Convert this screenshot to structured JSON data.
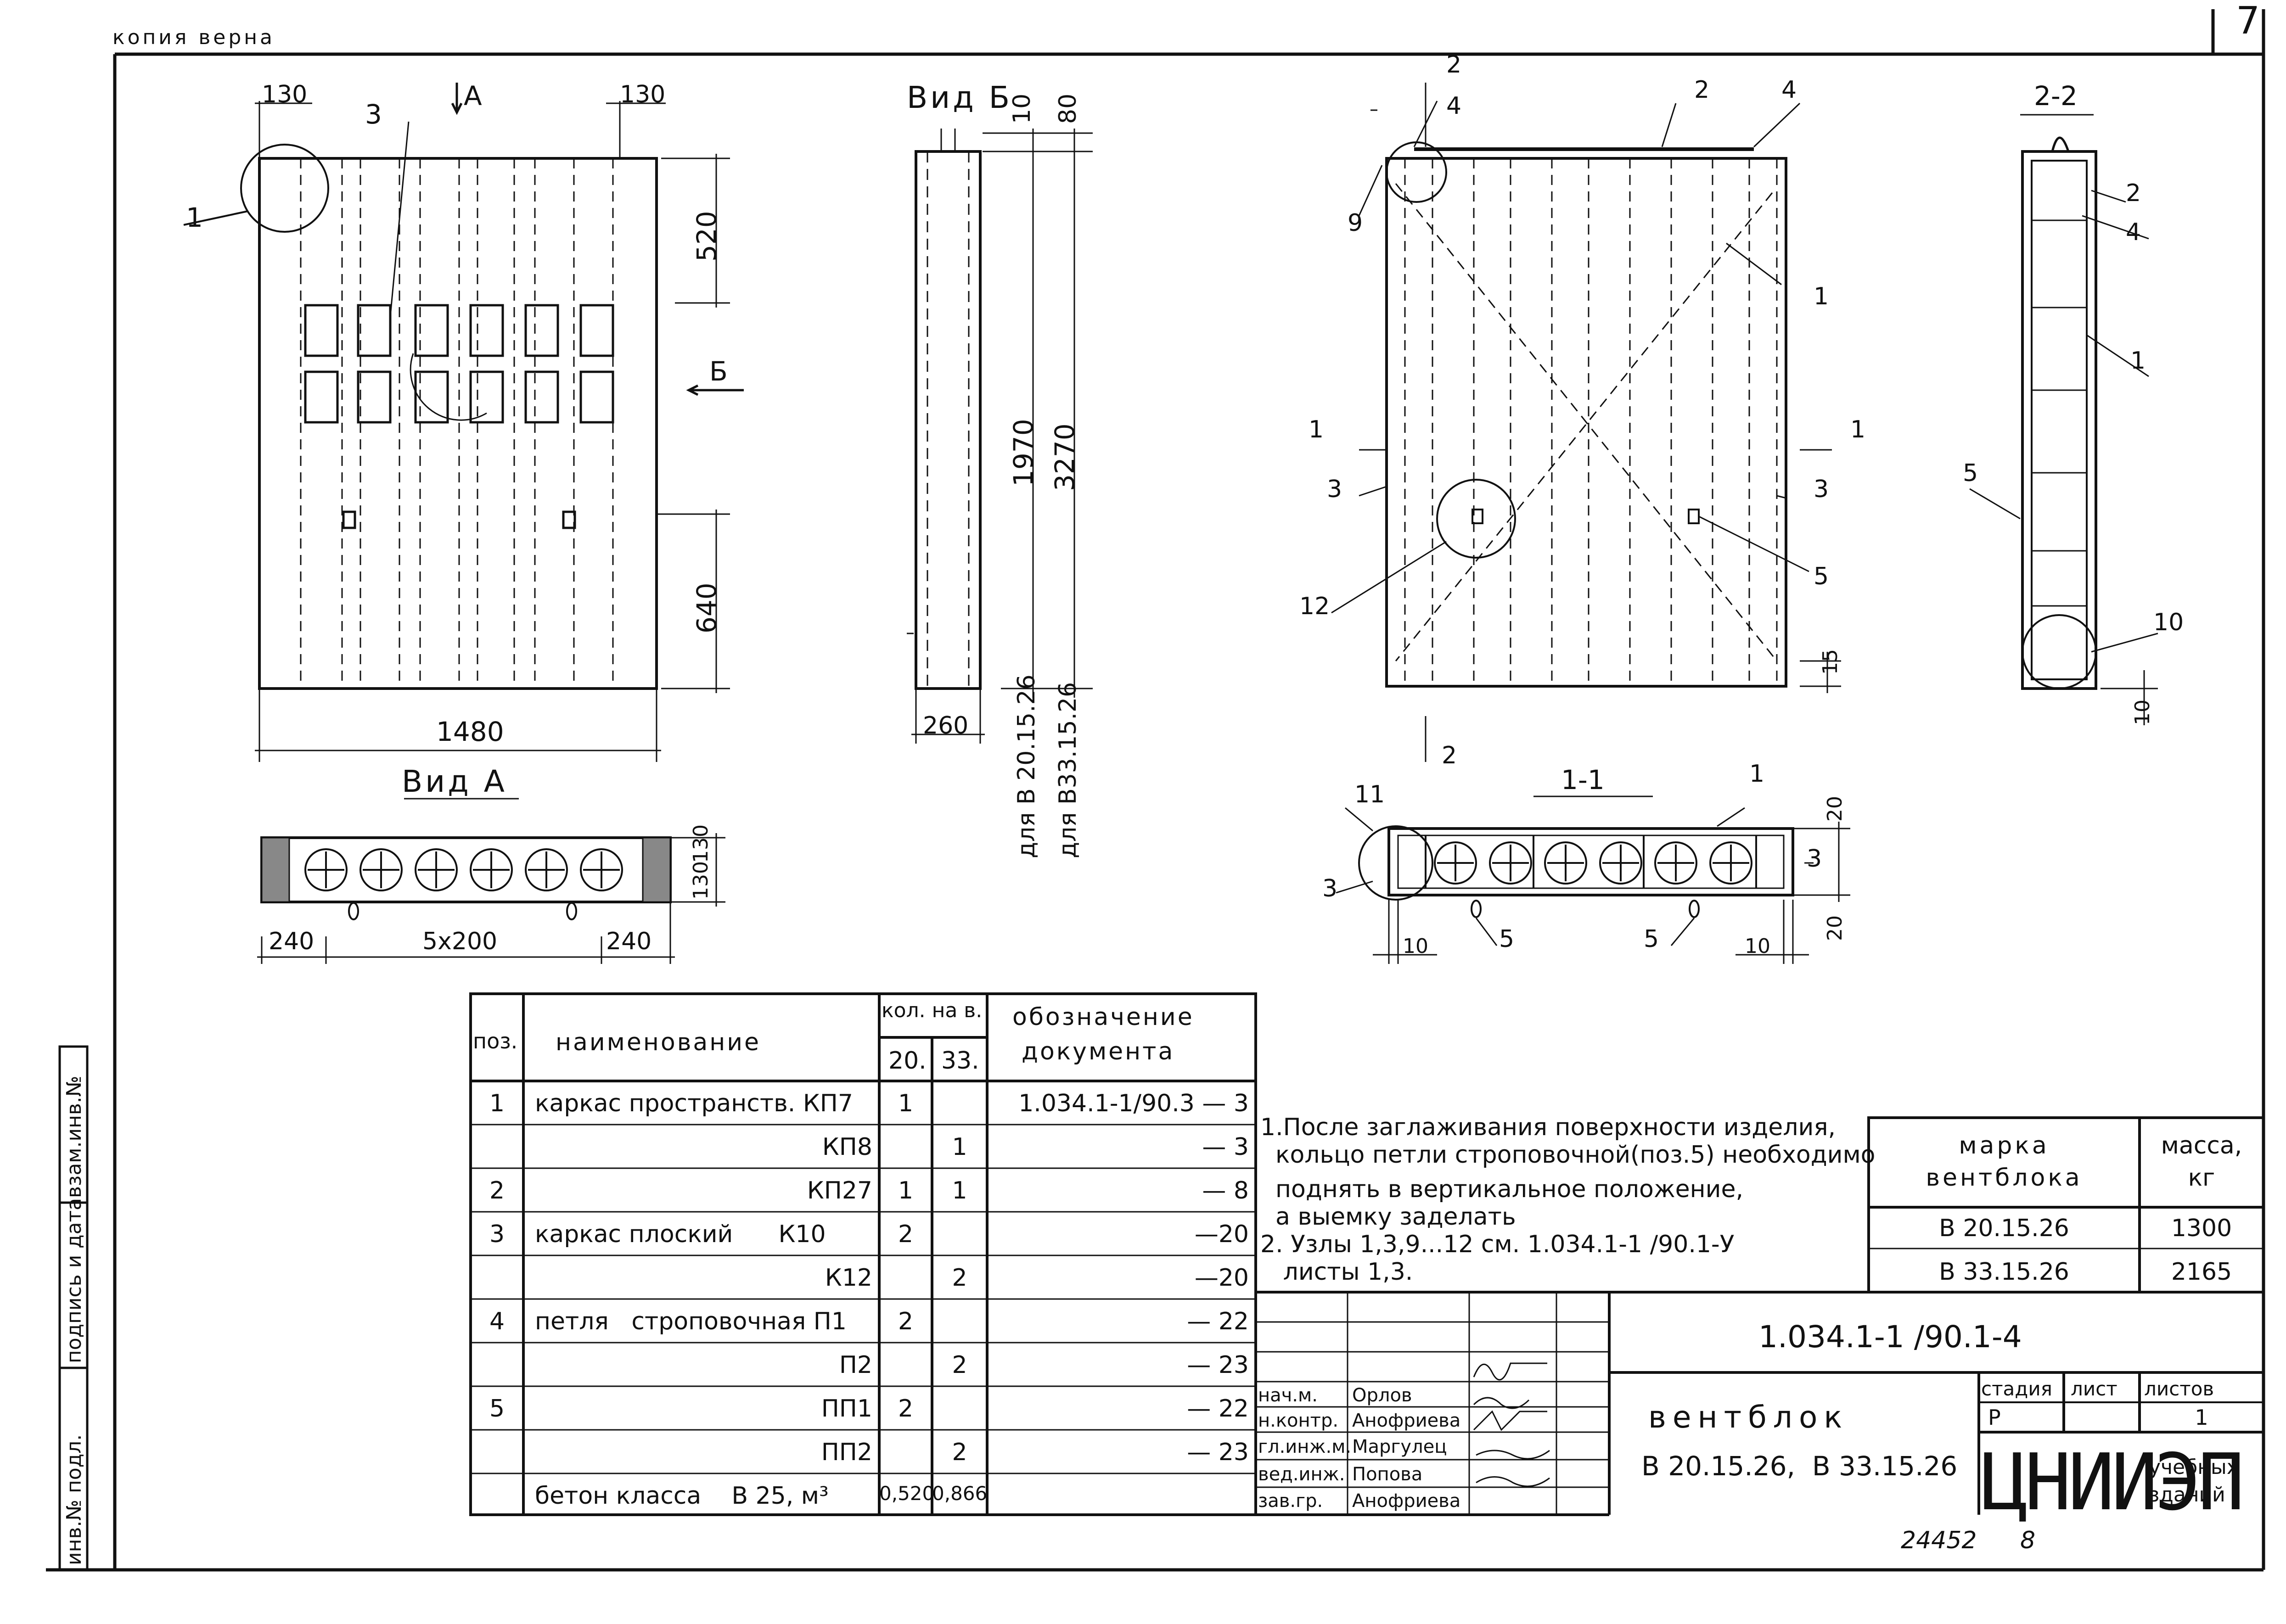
{
  "header": {
    "copy_note": "копия верна",
    "sheet_corner": "7"
  },
  "views": {
    "vid_a": "Вид А",
    "vid_b": "Вид Б",
    "section_11": "1-1",
    "section_22": "2-2",
    "arrow_a": "А",
    "arrow_b": "Б",
    "cut1_left": "1",
    "cut1_right": "1",
    "cut2_top": "2",
    "cut2_bottom": "2"
  },
  "dims": {
    "w1480": "1480",
    "d130a": "130",
    "d130b": "130",
    "d520": "520",
    "d640": "640",
    "d1970": "1970",
    "d3270": "3270",
    "d260": "260",
    "d10": "10",
    "d80": "80",
    "d240a": "240",
    "d240b": "240",
    "d5x200": "5x200",
    "d130c": "130",
    "d130d": "130",
    "d15": "15",
    "d20a": "20",
    "d20b": "20",
    "d10a": "10",
    "d10b": "10",
    "d10c": "10",
    "for20": "для В 20.15.26",
    "for33": "для В33.15.26"
  },
  "callouts": {
    "front_1": "1",
    "front_3": "3",
    "r_4a": "4",
    "r_2": "2",
    "r_4b": "4",
    "r_9": "9",
    "r_1": "1",
    "r_3a": "3",
    "r_3b": "3",
    "r_12": "12",
    "r_5": "5",
    "s_2": "2",
    "s_4": "4",
    "s_1": "1",
    "s_5": "5",
    "s_10": "10",
    "x_11": "11",
    "x_1": "1",
    "x_3a": "3",
    "x_3b": "3",
    "x_5a": "5",
    "x_5b": "5"
  },
  "spec_table": {
    "hdr_pos": "поз.",
    "hdr_name": "наименование",
    "hdr_qty": "кол. на в.",
    "hdr_q20": "20.",
    "hdr_q33": "33.",
    "hdr_doc1": "обозначение",
    "hdr_doc2": "документа",
    "rows": [
      {
        "pos": "1",
        "name": "каркас пространств. КП7",
        "q20": "1",
        "q33": "",
        "doc": "1.034.1-1/90.3 — 3"
      },
      {
        "pos": "",
        "name": "КП8",
        "q20": "",
        "q33": "1",
        "doc": "— 3"
      },
      {
        "pos": "2",
        "name": "КП27",
        "q20": "1",
        "q33": "1",
        "doc": "— 8"
      },
      {
        "pos": "3",
        "name": "каркас плоский      К10",
        "q20": "2",
        "q33": "",
        "doc": "—20"
      },
      {
        "pos": "",
        "name": "К12",
        "q20": "",
        "q33": "2",
        "doc": "—20"
      },
      {
        "pos": "4",
        "name": "петля   строповочная П1",
        "q20": "2",
        "q33": "",
        "doc": "— 22"
      },
      {
        "pos": "",
        "name": "П2",
        "q20": "",
        "q33": "2",
        "doc": "— 23"
      },
      {
        "pos": "5",
        "name": "ПП1",
        "q20": "2",
        "q33": "",
        "doc": "— 22"
      },
      {
        "pos": "",
        "name": "ПП2",
        "q20": "",
        "q33": "2",
        "doc": "— 23"
      },
      {
        "pos": "",
        "name": "бетон класса    В 25, м³",
        "q20": "0,520",
        "q33": "0,866",
        "doc": ""
      }
    ]
  },
  "notes": [
    "1.После заглаживания поверхности изделия,",
    "  кольцо петли строповочной(поз.5) необходимо",
    "  поднять в вертикальное положение,",
    "  а выемку заделать",
    "2. Узлы 1,3,9...12 см. 1.034.1-1 /90.1-У",
    "   листы 1,3."
  ],
  "mark_table": {
    "hdr_mark1": "марка",
    "hdr_mark2": "вентблока",
    "hdr_mass1": "масса,",
    "hdr_mass2": "кг",
    "rows": [
      {
        "mark": "В 20.15.26",
        "mass": "1300"
      },
      {
        "mark": "В 33.15.26",
        "mass": "2165"
      }
    ]
  },
  "title_block": {
    "doc_code": "1.034.1-1 /90.1-4",
    "title": "вентблок",
    "subtitle": "В 20.15.26,  В 33.15.26",
    "stage_hdr": "стадия",
    "sheet_hdr": "лист",
    "sheets_hdr": "листов",
    "stage": "Р",
    "sheet": "",
    "sheets": "1",
    "org": "ЦНИИЭП",
    "org_sub1": "учебных",
    "org_sub2": "зданий",
    "signers": [
      {
        "role": "нач.м.",
        "name": "Орлов"
      },
      {
        "role": "н.контр.",
        "name": "Анофриева"
      },
      {
        "role": "гл.инж.м.",
        "name": "Маргулец"
      },
      {
        "role": "вед.инж.",
        "name": "Попова"
      },
      {
        "role": "зав.гр.",
        "name": "Анофриева"
      }
    ],
    "archive_no": "24452",
    "page_no": "8"
  },
  "side_stamp": {
    "c1": "инв.№ подл.",
    "c2": "подпись и дата",
    "c3": "взам.инв.№"
  }
}
